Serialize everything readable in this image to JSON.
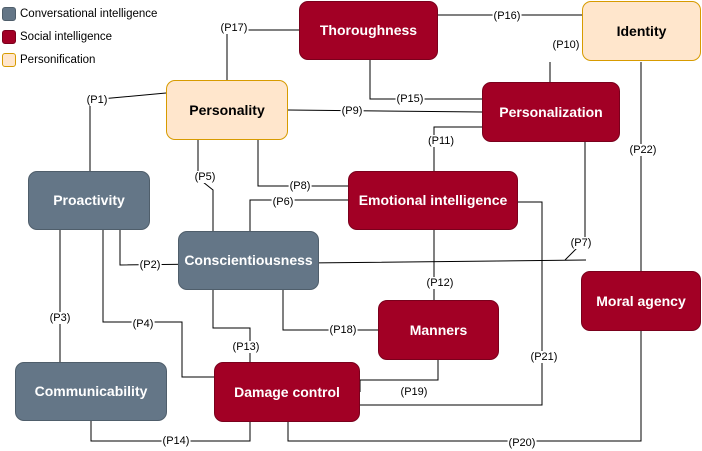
{
  "legend": [
    {
      "label": "Conversational intelligence",
      "kind": "conv"
    },
    {
      "label": "Social intelligence",
      "kind": "social"
    },
    {
      "label": "Personification",
      "kind": "persona"
    }
  ],
  "colors": {
    "conversational": "#647687",
    "social": "#a20025",
    "personification": "#ffe6cc",
    "personification_border": "#d79b00"
  },
  "nodes": {
    "thoroughness": {
      "label": "Thoroughness",
      "kind": "social"
    },
    "identity": {
      "label": "Identity",
      "kind": "persona"
    },
    "personality": {
      "label": "Personality",
      "kind": "persona"
    },
    "personalization": {
      "label": "Personalization",
      "kind": "social"
    },
    "proactivity": {
      "label": "Proactivity",
      "kind": "conv"
    },
    "emotional": {
      "label": "Emotional intelligence",
      "kind": "social"
    },
    "conscientiousness": {
      "label": "Conscientiousness",
      "kind": "conv"
    },
    "moral": {
      "label": "Moral agency",
      "kind": "social"
    },
    "manners": {
      "label": "Manners",
      "kind": "social"
    },
    "communicability": {
      "label": "Communicability",
      "kind": "conv"
    },
    "damage": {
      "label": "Damage control",
      "kind": "social"
    }
  },
  "edges": [
    {
      "id": "p1",
      "label": "(P1)"
    },
    {
      "id": "p2",
      "label": "(P2)"
    },
    {
      "id": "p3",
      "label": "(P3)"
    },
    {
      "id": "p4",
      "label": "(P4)"
    },
    {
      "id": "p5",
      "label": "(P5)"
    },
    {
      "id": "p6",
      "label": "(P6)"
    },
    {
      "id": "p7",
      "label": "(P7)"
    },
    {
      "id": "p8",
      "label": "(P8)"
    },
    {
      "id": "p9",
      "label": "(P9)"
    },
    {
      "id": "p10",
      "label": "(P10)"
    },
    {
      "id": "p11",
      "label": "(P11)"
    },
    {
      "id": "p12",
      "label": "(P12)"
    },
    {
      "id": "p13",
      "label": "(P13)"
    },
    {
      "id": "p14",
      "label": "(P14)"
    },
    {
      "id": "p15",
      "label": "(P15)"
    },
    {
      "id": "p16",
      "label": "(P16)"
    },
    {
      "id": "p17",
      "label": "(P17)"
    },
    {
      "id": "p18",
      "label": "(P18)"
    },
    {
      "id": "p19",
      "label": "(P19)"
    },
    {
      "id": "p20",
      "label": "(P20)"
    },
    {
      "id": "p21",
      "label": "(P21)"
    },
    {
      "id": "p22",
      "label": "(P22)"
    }
  ]
}
